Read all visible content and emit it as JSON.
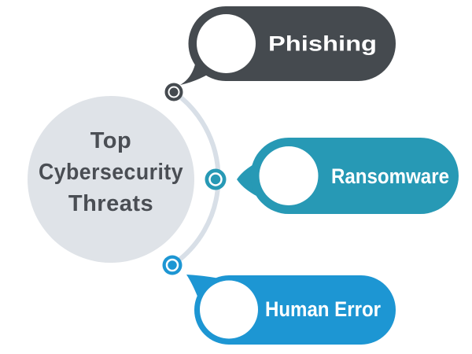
{
  "title": {
    "lines": [
      "Top",
      "Cybersecurity",
      "Threats"
    ]
  },
  "threats": [
    {
      "label": "Phishing",
      "color": "#454a4f"
    },
    {
      "label": "Ransomware",
      "color": "#2799b5"
    },
    {
      "label": "Human Error",
      "color": "#1d96d3"
    }
  ],
  "colors": {
    "center_circle": "#dfe3e8",
    "center_text": "#4a4e54",
    "arc": "#d8dfe7",
    "label_text": "#ffffff",
    "bubble_inner_circle": "#ffffff",
    "dot_ring_gap": "#ffffff"
  }
}
